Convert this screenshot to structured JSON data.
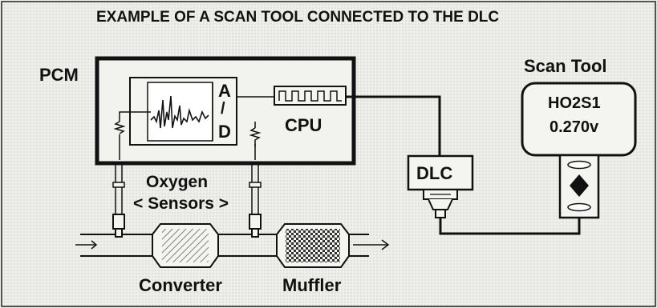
{
  "title": "EXAMPLE OF A SCAN TOOL CONNECTED TO THE DLC",
  "pcm_label": "PCM",
  "ad_label": {
    "a": "A",
    "slash": "/",
    "d": "D"
  },
  "cpu_label": "CPU",
  "oxygen_label": "Oxygen",
  "sensors_label": "< Sensors >",
  "dlc_label": "DLC",
  "scan_tool": {
    "label": "Scan Tool",
    "reading_name": "HO2S1",
    "reading_value": "0.270v"
  },
  "converter_label": "Converter",
  "muffler_label": "Muffler",
  "icons": [
    "square-wave-icon",
    "scope-trace-icon",
    "dpad-icon",
    "flow-arrow-icon"
  ]
}
